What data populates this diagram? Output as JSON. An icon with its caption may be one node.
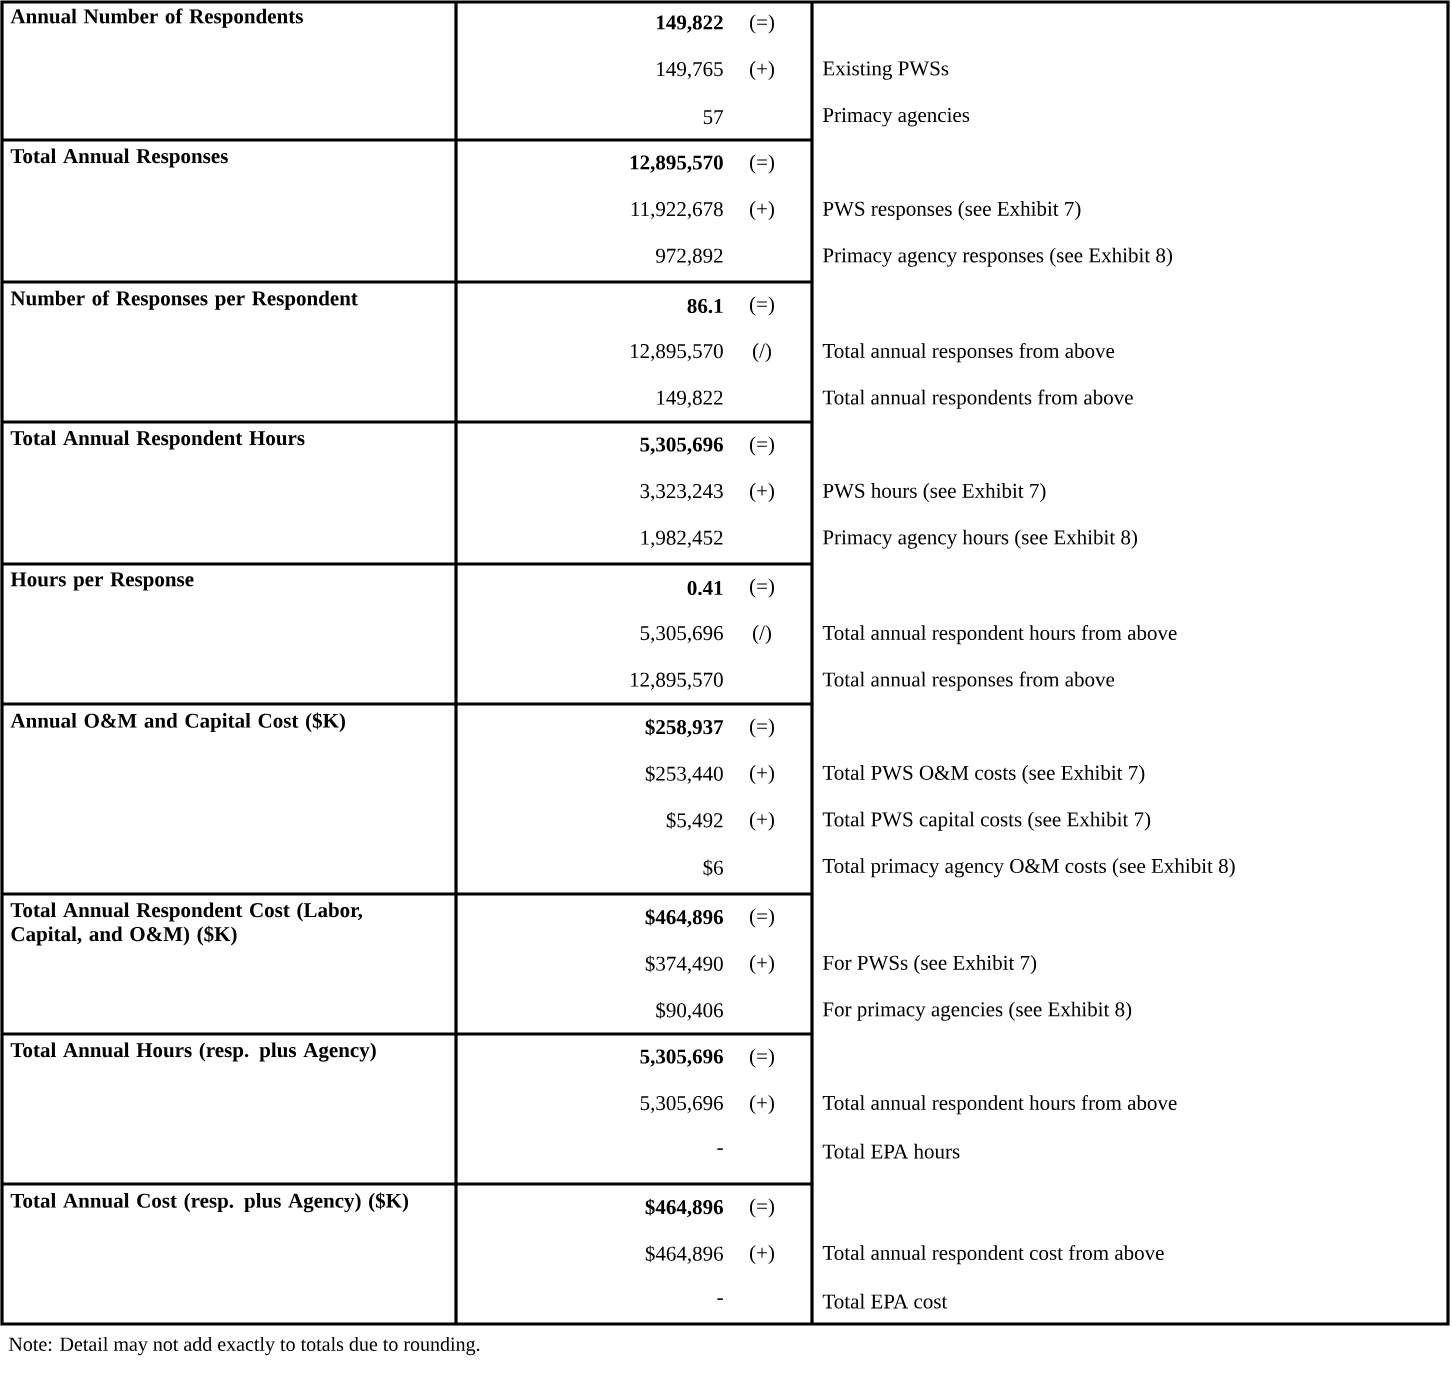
{
  "diagram": {
    "labels": [
      "Annual Number of Respondents",
      "149,822",
      "(=)",
      "149,765",
      "(+)",
      "Existing PWSs",
      "57",
      "Primacy agencies",
      "Total Annual Responses",
      "12,895,570",
      "(=)",
      "11,922,678",
      "(+)",
      "PWS responses (see Exhibit 7)",
      "972,892",
      "Primacy agency responses (see Exhibit 8)",
      "Number of Responses per Respondent",
      "86.1",
      "(=)",
      "12,895,570",
      "(/)",
      "Total annual responses from above",
      "149,822",
      "Total annual respondents from above",
      "Total Annual Respondent Hours",
      "5,305,696",
      "(=)",
      "3,323,243",
      "(+)",
      "PWS hours (see Exhibit 7)",
      "1,982,452",
      "Primacy agency hours (see Exhibit 8)",
      "Hours per Response",
      "0.41",
      "(=)",
      "5,305,696",
      "(/)",
      "Total annual respondent hours from above",
      "12,895,570",
      "Total annual responses from above",
      "Annual O&M and Capital Cost ($K)",
      "$258,937",
      "(=)",
      "$253,440",
      "(+)",
      "Total PWS O&M costs (see Exhibit 7)",
      "$5,492",
      "(+)",
      "Total PWS capital costs (see Exhibit 7)",
      "$6",
      "Total primacy agency O&M costs (see Exhibit 8)",
      "Total Annual Respondent Cost (Labor, Capital, and O&M) ($K)",
      "$464,896",
      "(=)",
      "$374,490",
      "(+)",
      "For PWSs (see Exhibit 7)",
      "$90,406",
      "For primacy agencies (see Exhibit 8)",
      "Total Annual Hours (resp. plus Agency)",
      "5,305,696",
      "(=)",
      "5,305,696",
      "(+)",
      "Total annual respondent hours from above",
      "-",
      "Total EPA hours",
      "Total Annual Cost (resp. plus Agency) ($K)",
      "$464,896",
      "(=)",
      "$464,896",
      "(+)",
      "Total annual respondent cost from above",
      "-",
      "Total EPA cost",
      "Note: Detail may not add exactly to totals due to rounding."
    ]
  }
}
